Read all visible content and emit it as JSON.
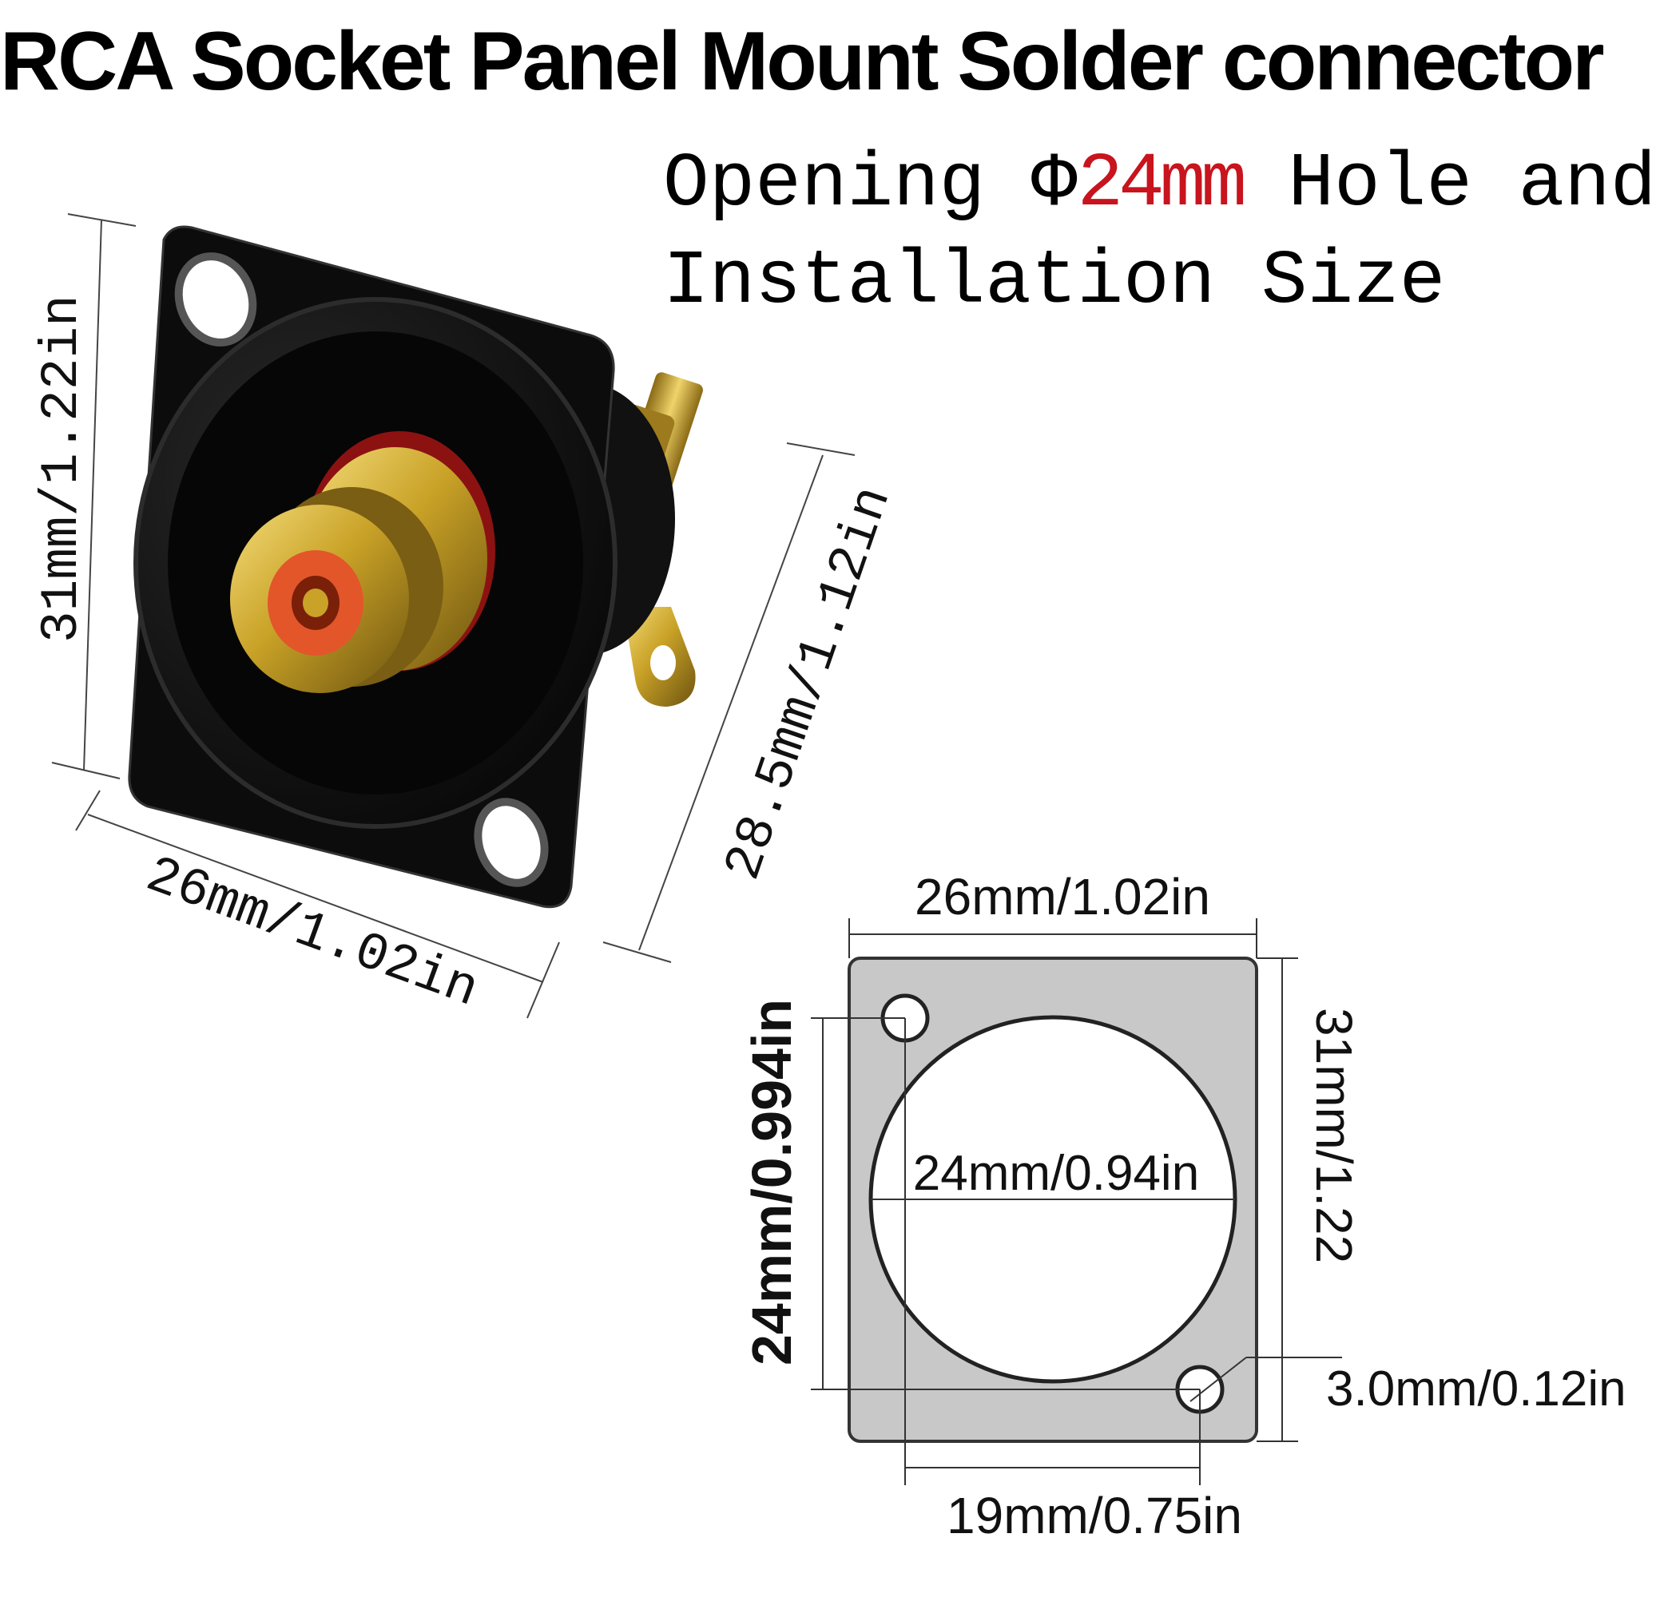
{
  "title": "RCA Socket Panel Mount Solder connector",
  "subtitle": {
    "line1_before": "Opening Φ",
    "line1_highlight": "24mm",
    "line1_after": " Hole and",
    "line2": "Installation Size"
  },
  "photo_dimensions": {
    "height": "31mm/1.22in",
    "width": "26mm/1.02in",
    "depth": "28.5mm/1.12in"
  },
  "drawing_dimensions": {
    "top_width": "26mm/1.02in",
    "right_height": "31mm/1.22",
    "left_hole_spacing": "24mm/0.994in",
    "center_diameter": "24mm/0.94in",
    "bottom_hole_spacing": "19mm/0.75in",
    "hole_diameter": "3.0mm/0.12in"
  },
  "colors": {
    "highlight": "#c8141e",
    "plate": "#c8c8c8",
    "connector_body": "#0a0a0a",
    "gold": "#c9a227",
    "insulator": "#e2562a"
  }
}
